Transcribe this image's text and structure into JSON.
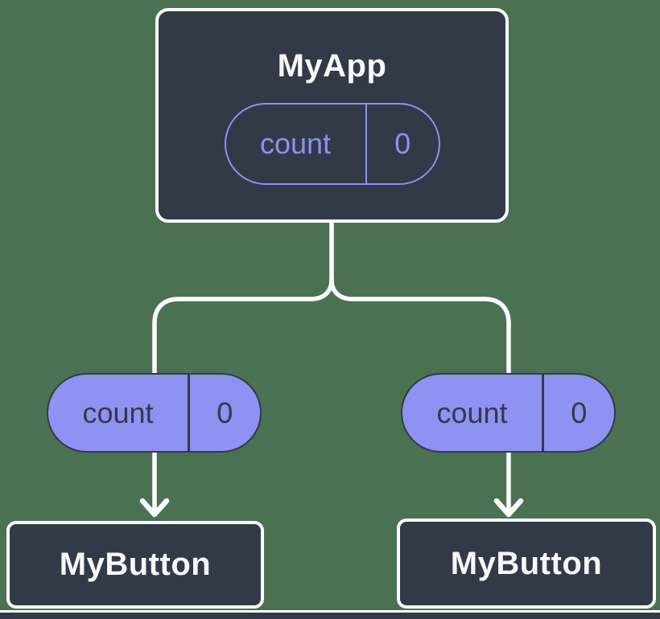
{
  "colors": {
    "background": "#4b7153",
    "node-fill": "#333a47",
    "line-white": "#ffffff",
    "accent-purple": "#8b90f2",
    "pill-fill": "#8e92f2",
    "text-light": "#f7f8f9"
  },
  "diagram": {
    "root": {
      "title": "MyApp",
      "state": {
        "name": "count",
        "value": "0"
      }
    },
    "props": [
      {
        "name": "count",
        "value": "0"
      },
      {
        "name": "count",
        "value": "0"
      }
    ],
    "children": [
      {
        "title": "MyButton"
      },
      {
        "title": "MyButton"
      }
    ]
  }
}
